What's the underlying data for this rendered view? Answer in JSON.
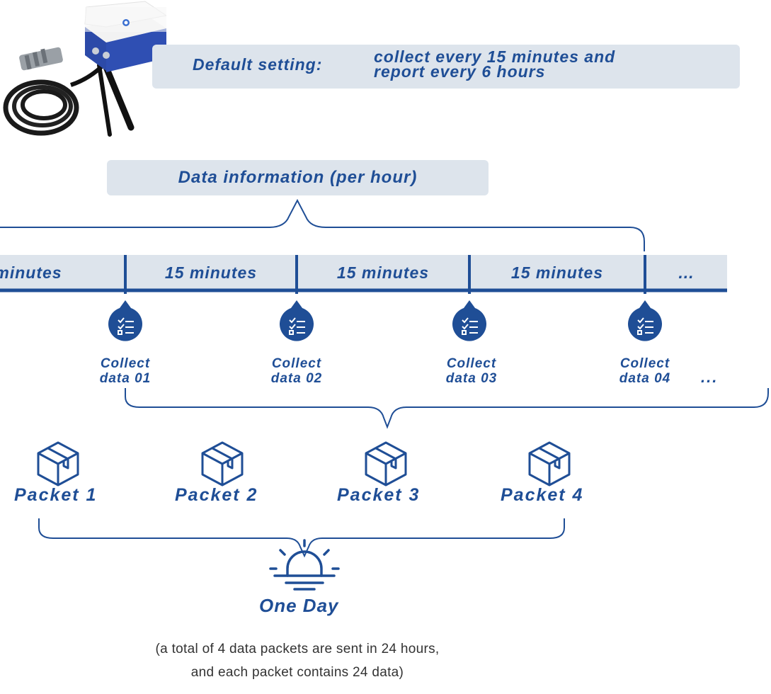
{
  "default_setting": {
    "label": "Default setting:",
    "value_line1": "collect every 15 minutes and",
    "value_line2": "report every 6 hours"
  },
  "data_information": {
    "label": "Data information (per hour)"
  },
  "timeline": {
    "segments": [
      "minutes",
      "15 minutes",
      "15 minutes",
      "15 minutes",
      "..."
    ]
  },
  "collections": [
    {
      "line1": "Collect",
      "line2": "data 01",
      "icon": "checklist-icon"
    },
    {
      "line1": "Collect",
      "line2": "data 02",
      "icon": "checklist-icon"
    },
    {
      "line1": "Collect",
      "line2": "data 03",
      "icon": "checklist-icon"
    },
    {
      "line1": "Collect",
      "line2": "data 04",
      "icon": "checklist-icon"
    }
  ],
  "collections_more": "...",
  "packets": [
    {
      "label": "Packet 1",
      "icon": "package-icon"
    },
    {
      "label": "Packet 2",
      "icon": "package-icon"
    },
    {
      "label": "Packet 3",
      "icon": "package-icon"
    },
    {
      "label": "Packet 4",
      "icon": "package-icon"
    }
  ],
  "day": {
    "label": "One Day",
    "icon": "sunrise-icon",
    "note_line1": "(a total of 4 data packets are sent in 24 hours,",
    "note_line2": "and each packet contains 24 data)"
  },
  "colors": {
    "accent": "#1f4e96",
    "panel": "#dde4ec",
    "note_text": "#333333"
  }
}
